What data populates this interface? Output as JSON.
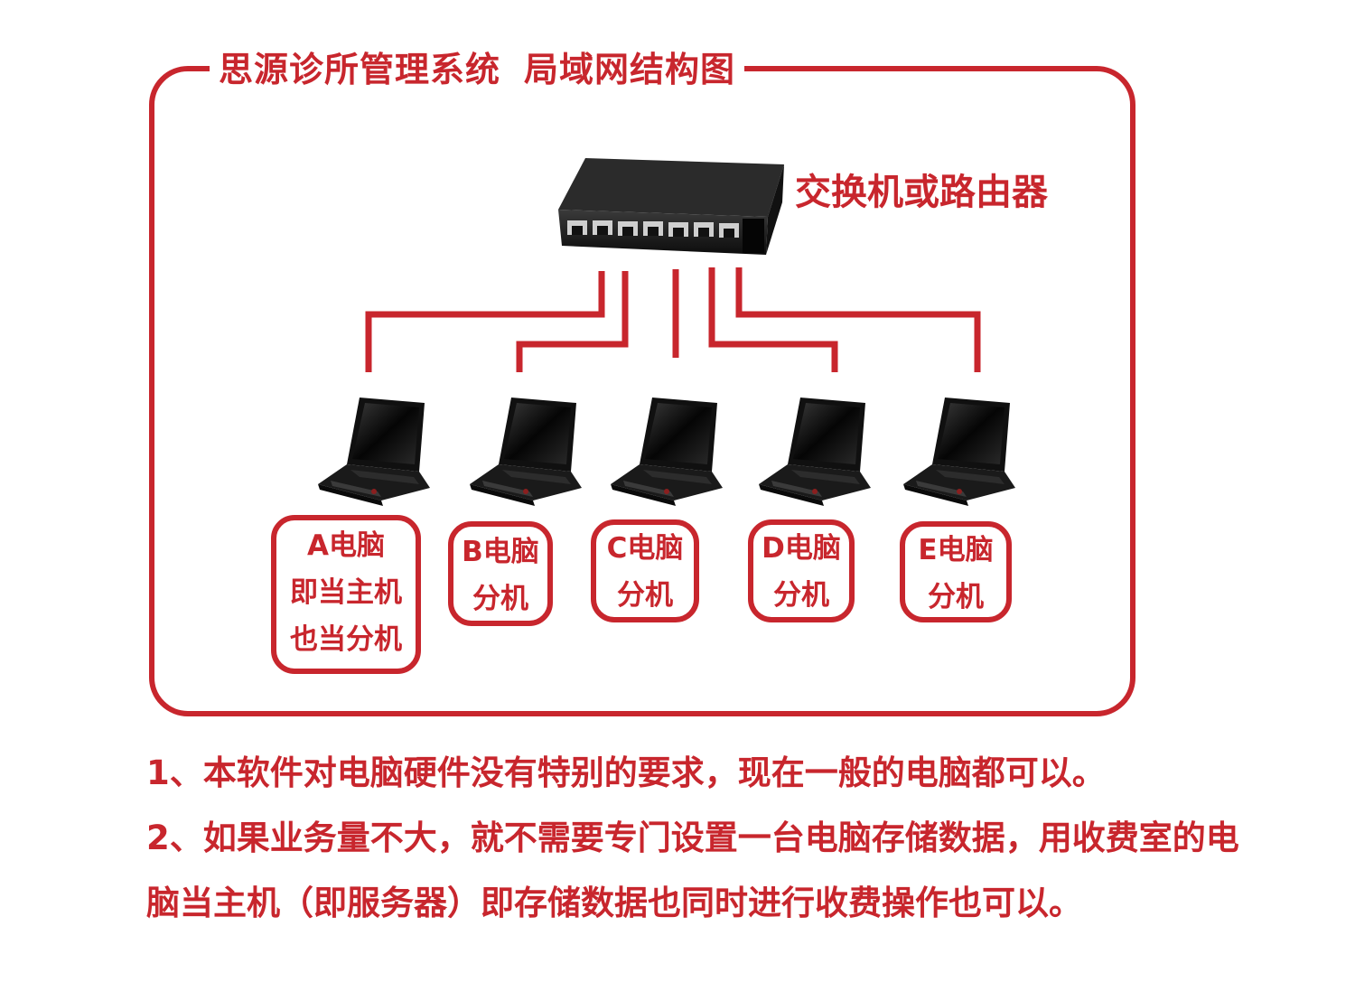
{
  "title": {
    "part1": "思源诊所管理系统",
    "part2": "局域网结构图"
  },
  "switch": {
    "label": "交换机或路由器",
    "icon": "network-switch-icon"
  },
  "computers": [
    {
      "id": "A",
      "lines": [
        "A电脑",
        "即当主机",
        "也当分机"
      ],
      "icon": "laptop-icon"
    },
    {
      "id": "B",
      "lines": [
        "B电脑",
        "分机"
      ],
      "icon": "laptop-icon"
    },
    {
      "id": "C",
      "lines": [
        "C电脑",
        "分机"
      ],
      "icon": "laptop-icon"
    },
    {
      "id": "D",
      "lines": [
        "D电脑",
        "分机"
      ],
      "icon": "laptop-icon"
    },
    {
      "id": "E",
      "lines": [
        "E电脑",
        "分机"
      ],
      "icon": "laptop-icon"
    }
  ],
  "notes": [
    "1、本软件对电脑硬件没有特别的要求，现在一般的电脑都可以。",
    "2、如果业务量不大，就不需要专门设置一台电脑存储数据，用收费室的电脑当主机（即服务器）即存储数据也同时进行收费操作也可以。"
  ],
  "colors": {
    "accent": "#c8262d",
    "device": "#1c1c1c"
  }
}
